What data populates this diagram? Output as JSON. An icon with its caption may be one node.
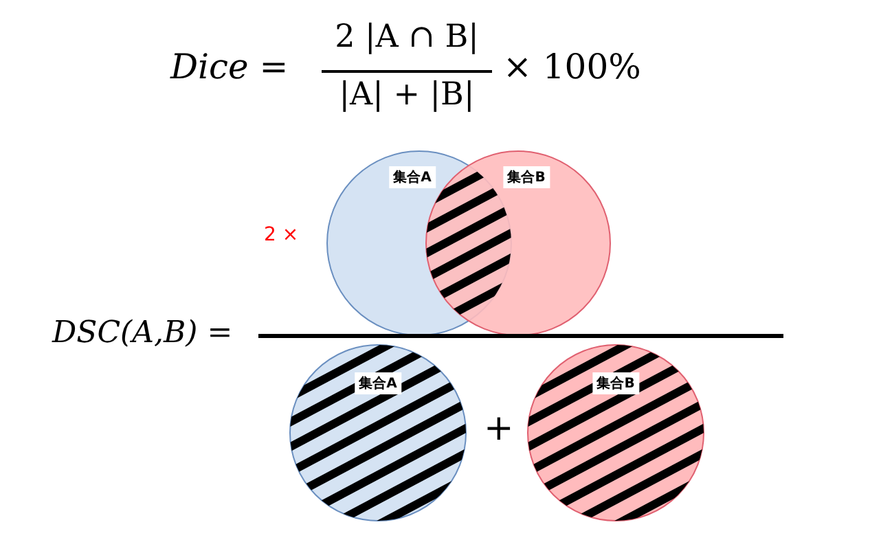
{
  "diagram": {
    "nodes": [
      {
        "text": [
          "集合A"
        ]
      },
      {
        "text": [
          "集合B"
        ]
      },
      {
        "text": [
          "集合A"
        ]
      },
      {
        "text": [
          "集合B"
        ]
      }
    ],
    "labels": [
      "Dice =",
      "2 |A ∩ B|",
      "|A| + |B|",
      "× 100%",
      "2 ×",
      "DSC(A,B) =",
      "+"
    ]
  }
}
